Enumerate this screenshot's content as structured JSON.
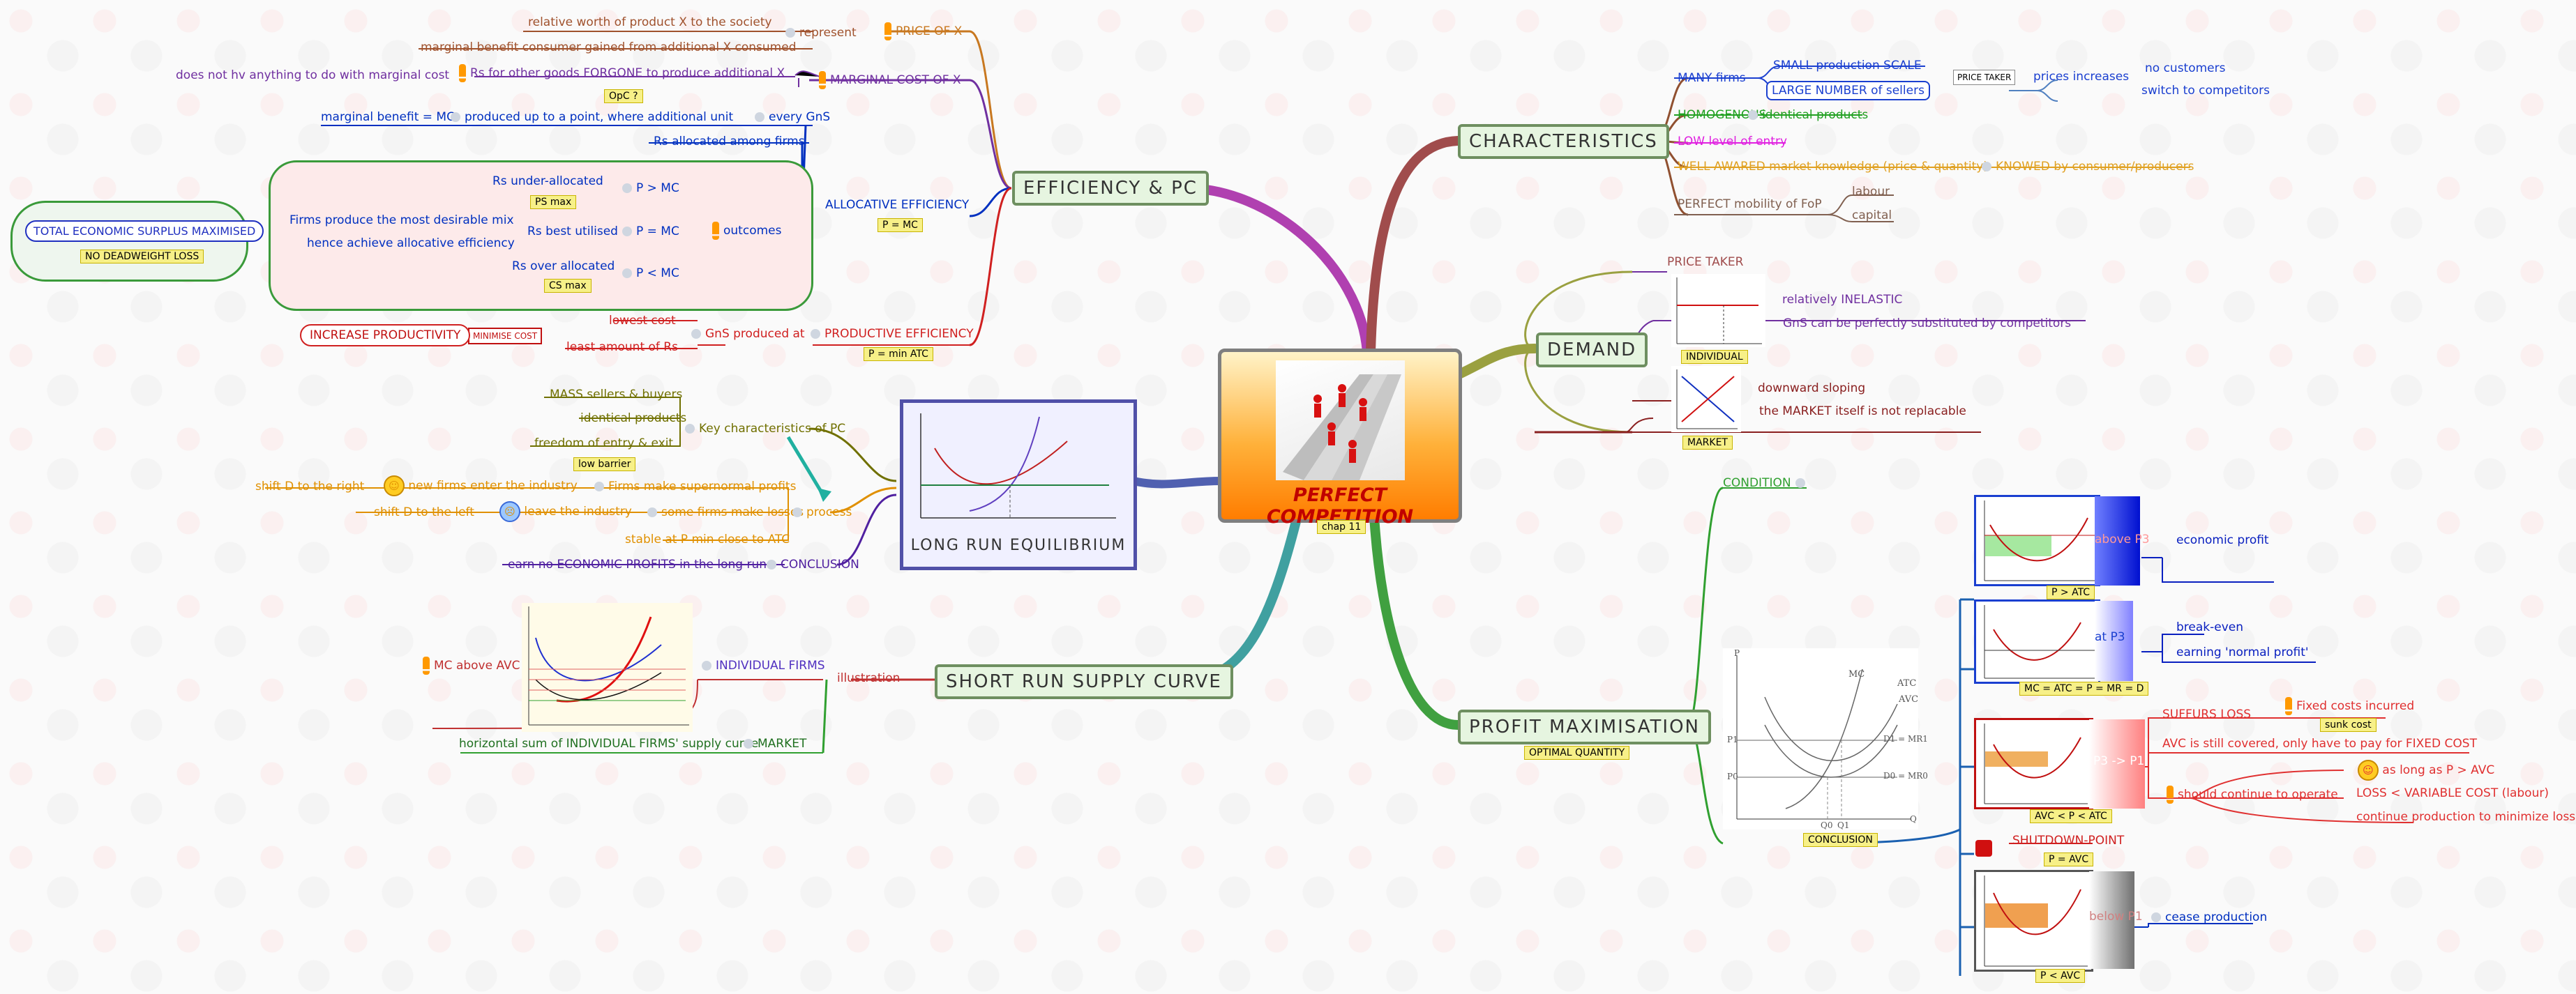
{
  "center": {
    "title": "PERFECT COMPETITION",
    "tag": "chap 11"
  },
  "efficiency": {
    "title": "EFFICIENCY & PC",
    "represent": "represent",
    "price_of_x": "PRICE OF X",
    "rel_worth": "relative worth of product X to the society",
    "marg_benefit": "marginal benefit consumer gained from additional X consumed",
    "marginal_cost": "MARGINAL COST OF X",
    "rs_other": "Rs for other goods FORGONE to produce additional X",
    "not_hv": "does not hv anything to do with marginal cost",
    "opc": "OpC ?",
    "mb_mc": "marginal benefit = MC",
    "produced_upto": "produced up to a point, where additional unit",
    "every_gns": "every GnS",
    "rs_alloc": "Rs allocated among firms",
    "allocative": "ALLOCATIVE EFFICIENCY",
    "p_mc": "P = MC",
    "outcomes": "outcomes",
    "under_alloc": "Rs under-allocated",
    "ps_max": "PS max",
    "p_gt_mc": "P > MC",
    "firms_desirable": "Firms produce the most desirable mix",
    "hence_alloc": "hence achieve allocative efficiency",
    "rs_best": "Rs best utilised",
    "p_eq_mc": "P = MC",
    "over_alloc": "Rs over allocated",
    "cs_max": "CS max",
    "p_lt_mc": "P < MC",
    "total_surplus": "TOTAL ECONOMIC SURPLUS MAXIMISED",
    "no_dwl": "NO DEADWEIGHT LOSS",
    "productive": "PRODUCTIVE EFFICIENCY",
    "p_min_atc": "P = min ATC",
    "gns_produced": "GnS produced at",
    "lowest_cost": "lowest cost",
    "least_amount": "least amount of Rs",
    "min_cost": "MINIMISE COST",
    "incr_prod": "INCREASE PRODUCTIVITY"
  },
  "lre": {
    "title": "LONG RUN EQUILIBRIUM",
    "key_char": "Key characteristics of PC",
    "mass": "MASS sellers & buyers",
    "identical": "identical products",
    "freedom": "freedom of entry & exit",
    "low_barrier": "low barrier",
    "process": "process",
    "firms_super": "Firms make supernormal profits",
    "new_firms": "new firms enter the industry",
    "shift_right": "shift D to the right",
    "some_losses": "some firms make losses",
    "leave": "leave the industry",
    "shift_left": "shift D to the left",
    "stable": "stable at P min close to ATC",
    "conclusion": "CONCLUSION",
    "earn_no": "earn no ECONOMIC PROFITS in the long run"
  },
  "srsc": {
    "title": "SHORT RUN SUPPLY CURVE",
    "illustration": "illustration",
    "individual": "INDIVIDUAL FIRMS",
    "mc_above": "MC above AVC",
    "market": "MARKET",
    "horizontal": "horizontal sum of INDIVIDUAL FIRMS' supply curve"
  },
  "characteristics": {
    "title": "CHARACTERISTICS",
    "many_firms": "MANY firms",
    "small_scale": "SMALL production SCALE",
    "large_number": "LARGE NUMBER of sellers",
    "price_taker": "PRICE TAKER",
    "prices_incr": "prices increases",
    "no_customers": "no customers",
    "switch": "switch to competitors",
    "homogenous": "HOMOGENOUS",
    "identical_products": "identical products",
    "low_entry": "LOW level of entry",
    "well_aware": "WELL AWARED market knowledge (price & quantity)",
    "knowed": "KNOWED by consumer/producers",
    "mobility": "PERFECT mobility of FoP",
    "labour": "labour",
    "capital": "capital"
  },
  "demand": {
    "title": "DEMAND",
    "price_taker": "PRICE TAKER",
    "individual": "INDIVIDUAL",
    "rel_inelastic": "relatively INELASTIC",
    "gns_subst": "GnS can be perfectly substituted by competitors",
    "market": "MARKET",
    "downward": "downward sloping",
    "not_replacable": "the MARKET itself is not replacable"
  },
  "profit": {
    "title": "PROFIT MAXIMISATION",
    "optimal": "OPTIMAL QUANTITY",
    "condition": "CONDITION",
    "conclusion": "CONCLUSION",
    "above_p3": "above P3",
    "p_gt_atc": "P > ATC",
    "economic_profit": "economic profit",
    "at_p3": "at P3",
    "mc_atc": "MC = ATC = P = MR = D",
    "break_even": "break-even",
    "normal_profit": "earning 'normal profit'",
    "p3_p1": "P3 -> P1",
    "avc_p_atc": "AVC < P < ATC",
    "suffers": "SUFFURS LOSS",
    "fixed_costs": "Fixed costs incurred",
    "sunk_cost": "sunk cost",
    "avc_still": "AVC is still covered, only have to pay for FIXED COST",
    "should_continue": "should continue to operate",
    "as_long": "as long as P > AVC",
    "loss_lt": "LOSS < VARIABLE COST (labour)",
    "continue_prod": "continue production to minimize loss",
    "shutdown": "SHUTDOWN-POINT",
    "p_avc": "P = AVC",
    "below_p1": "below P1",
    "p_lt_avc": "P < AVC",
    "cease": "cease production",
    "graph_labels": {
      "mc": "MC",
      "atc": "ATC",
      "avc": "AVC",
      "d1": "D1 = MR1",
      "d0": "D0 = MR0",
      "p1": "P1",
      "p0": "P0",
      "q1": "Q1",
      "q0": "Q0",
      "p": "P",
      "q": "Q"
    }
  },
  "colors": {
    "efficiency": "#b040b0",
    "characteristics": "#a04c4c",
    "demand": "#9aa040",
    "srsc": "#40a0a0",
    "profit": "#40a040",
    "lre": "#5060b0"
  }
}
